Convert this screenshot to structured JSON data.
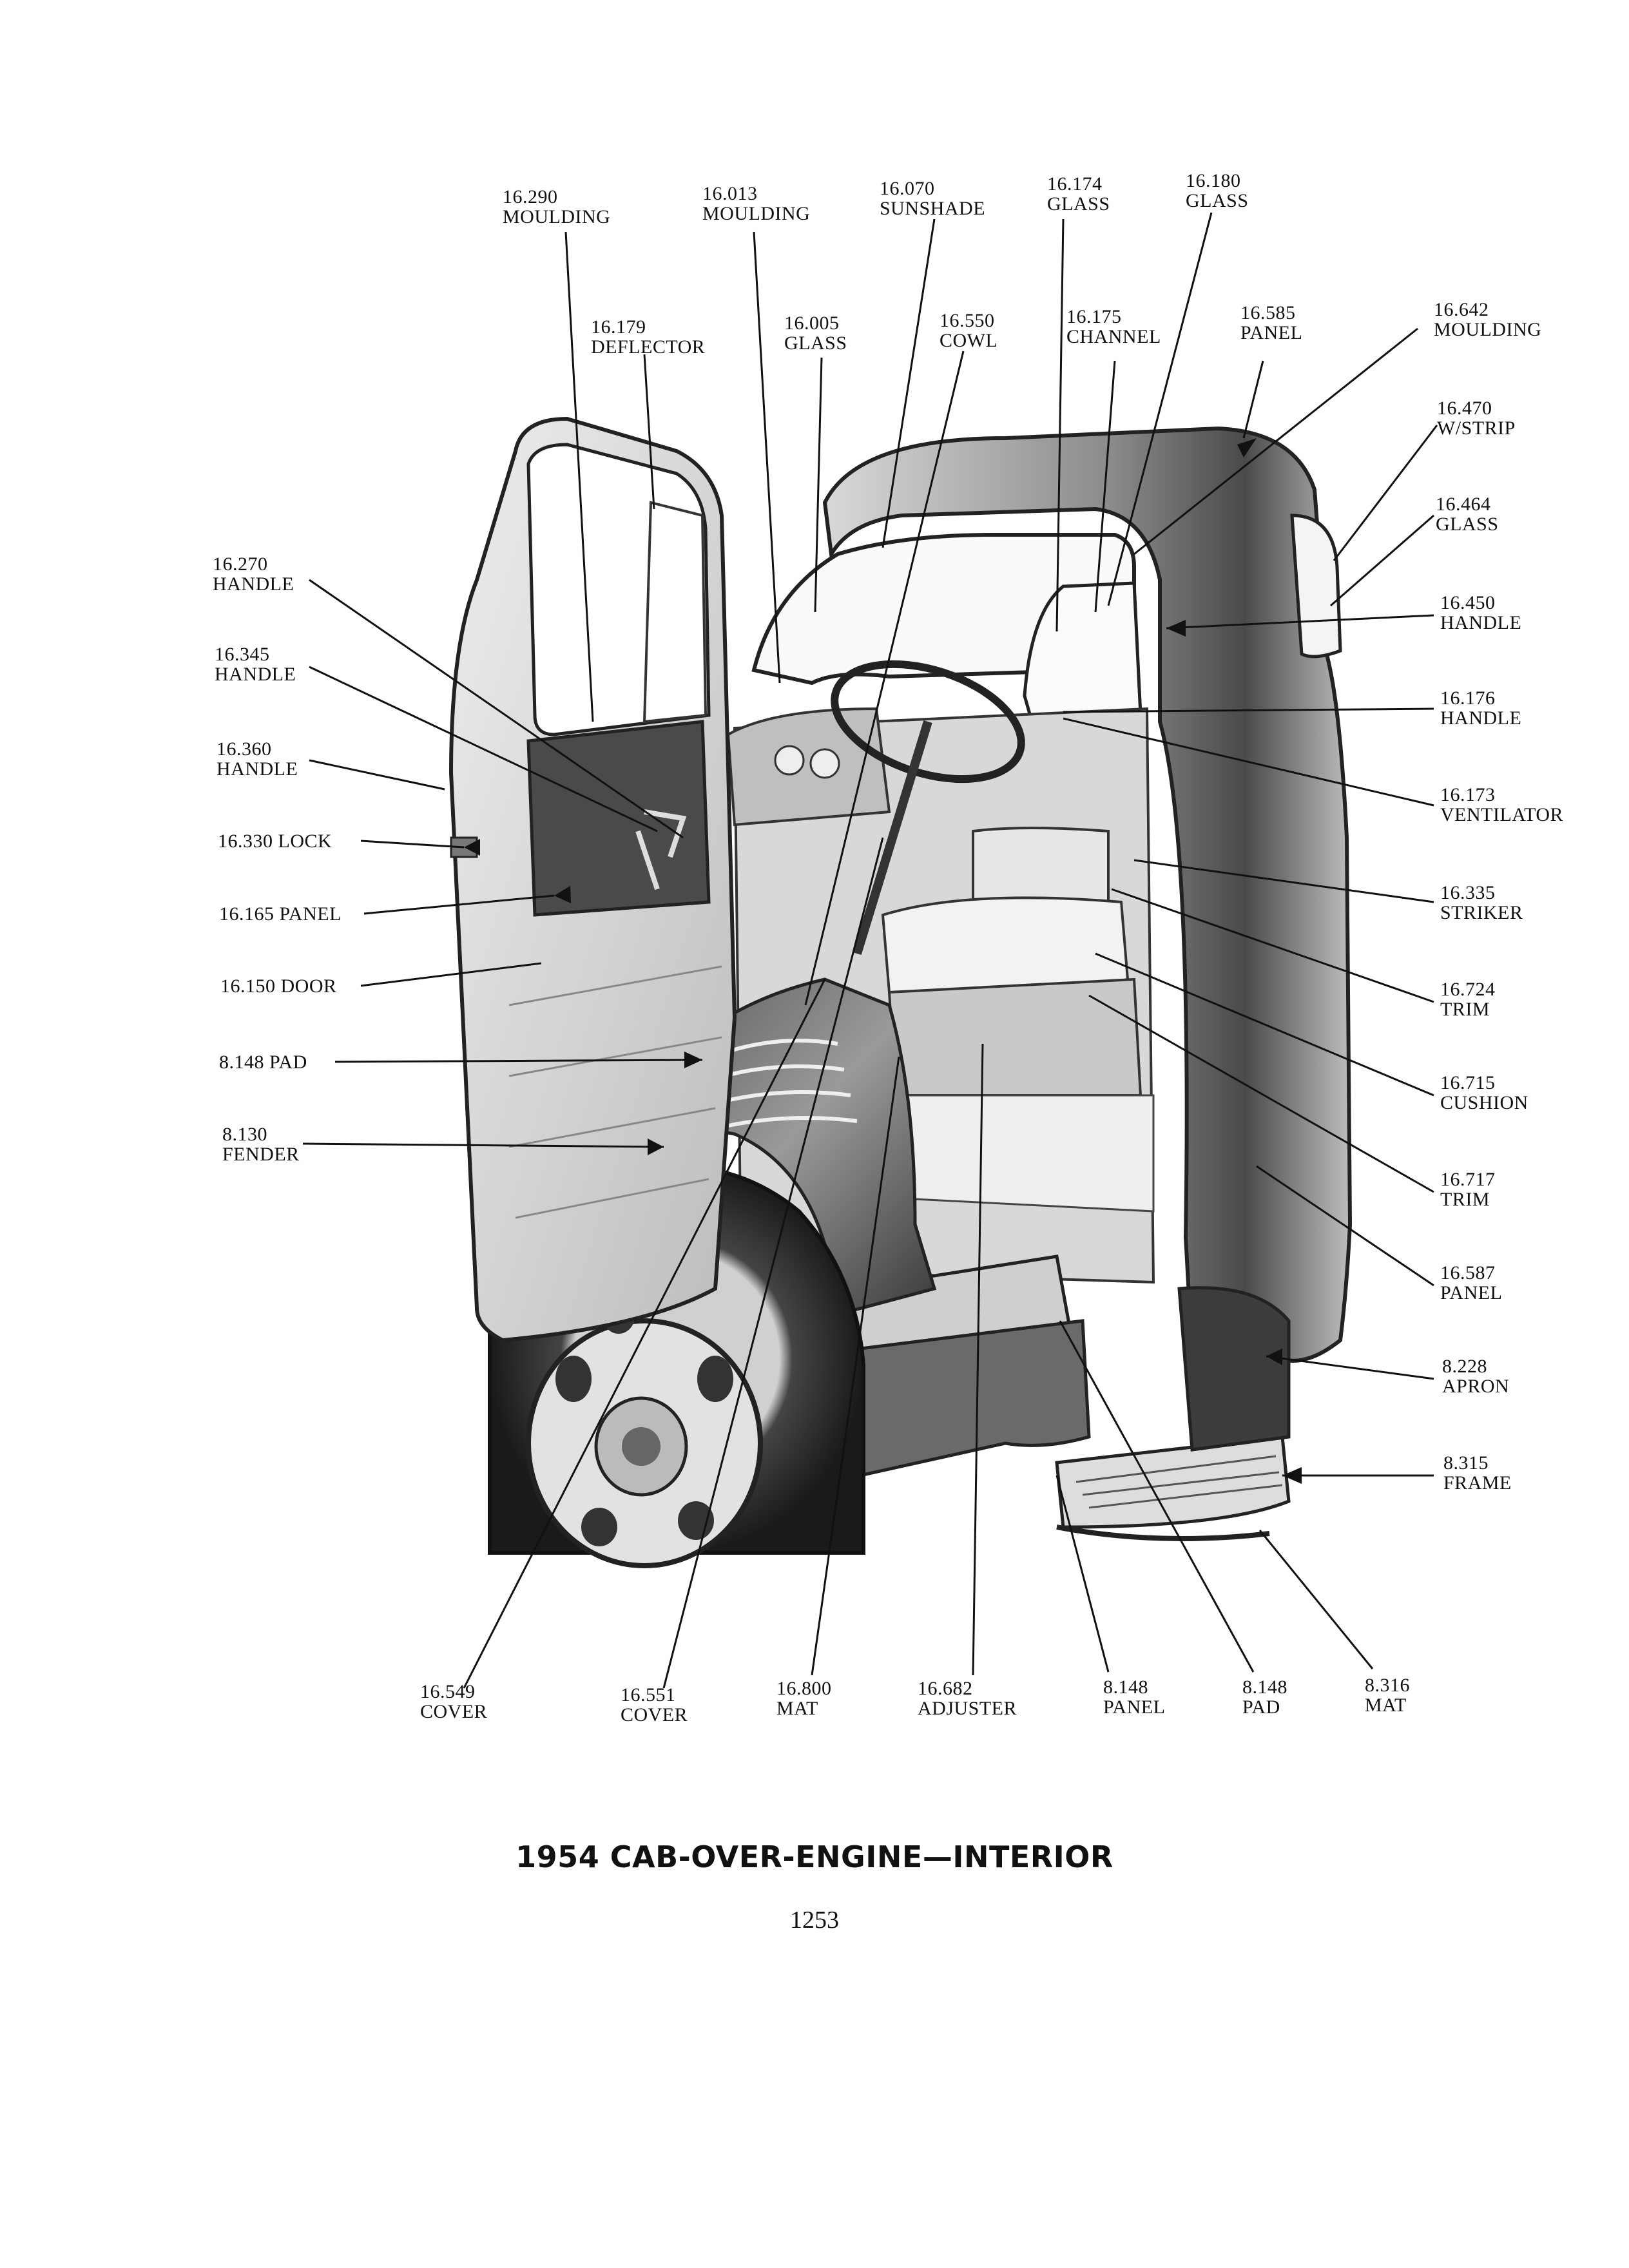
{
  "caption": "1954 CAB-OVER-ENGINE—INTERIOR",
  "page_number": "1253",
  "labels": {
    "moulding_16290": {
      "num": "16.290",
      "name": "MOULDING"
    },
    "moulding_16013": {
      "num": "16.013",
      "name": "MOULDING"
    },
    "sunshade_16070": {
      "num": "16.070",
      "name": "SUNSHADE"
    },
    "glass_16174": {
      "num": "16.174",
      "name": "GLASS"
    },
    "glass_16180": {
      "num": "16.180",
      "name": "GLASS"
    },
    "deflector_16179": {
      "num": "16.179",
      "name": "DEFLECTOR"
    },
    "glass_16005": {
      "num": "16.005",
      "name": "GLASS"
    },
    "cowl_16550": {
      "num": "16.550",
      "name": "COWL"
    },
    "channel_16175": {
      "num": "16.175",
      "name": "CHANNEL"
    },
    "panel_16585": {
      "num": "16.585",
      "name": "PANEL"
    },
    "moulding_16642": {
      "num": "16.642",
      "name": "MOULDING"
    },
    "wstrip_16470": {
      "num": "16.470",
      "name": "W/STRIP"
    },
    "glass_16464": {
      "num": "16.464",
      "name": "GLASS"
    },
    "handle_16450": {
      "num": "16.450",
      "name": "HANDLE"
    },
    "handle_16176": {
      "num": "16.176",
      "name": "HANDLE"
    },
    "ventilator_16173": {
      "num": "16.173",
      "name": "VENTILATOR"
    },
    "striker_16335": {
      "num": "16.335",
      "name": "STRIKER"
    },
    "trim_16724": {
      "num": "16.724",
      "name": "TRIM"
    },
    "cushion_16715": {
      "num": "16.715",
      "name": "CUSHION"
    },
    "trim_16717": {
      "num": "16.717",
      "name": "TRIM"
    },
    "panel_16587": {
      "num": "16.587",
      "name": "PANEL"
    },
    "apron_8228": {
      "num": "8.228",
      "name": "APRON"
    },
    "frame_8315": {
      "num": "8.315",
      "name": "FRAME"
    },
    "handle_16270": {
      "num": "16.270",
      "name": "HANDLE"
    },
    "handle_16345": {
      "num": "16.345",
      "name": "HANDLE"
    },
    "handle_16360": {
      "num": "16.360",
      "name": "HANDLE"
    },
    "lock_16330": {
      "num": "16.330",
      "name": "LOCK"
    },
    "panel_16165": {
      "num": "16.165",
      "name": "PANEL"
    },
    "door_16150": {
      "num": "16.150",
      "name": "DOOR"
    },
    "pad_8148_left": {
      "num": "8.148",
      "name": "PAD"
    },
    "fender_8130": {
      "num": "8.130",
      "name": "FENDER"
    },
    "cover_16549": {
      "num": "16.549",
      "name": "COVER"
    },
    "cover_16551": {
      "num": "16.551",
      "name": "COVER"
    },
    "mat_16800": {
      "num": "16.800",
      "name": "MAT"
    },
    "adjuster_16682": {
      "num": "16.682",
      "name": "ADJUSTER"
    },
    "panel_8148": {
      "num": "8.148",
      "name": "PANEL"
    },
    "pad_8148_bottom": {
      "num": "8.148",
      "name": "PAD"
    },
    "mat_8316": {
      "num": "8.316",
      "name": "MAT"
    }
  }
}
